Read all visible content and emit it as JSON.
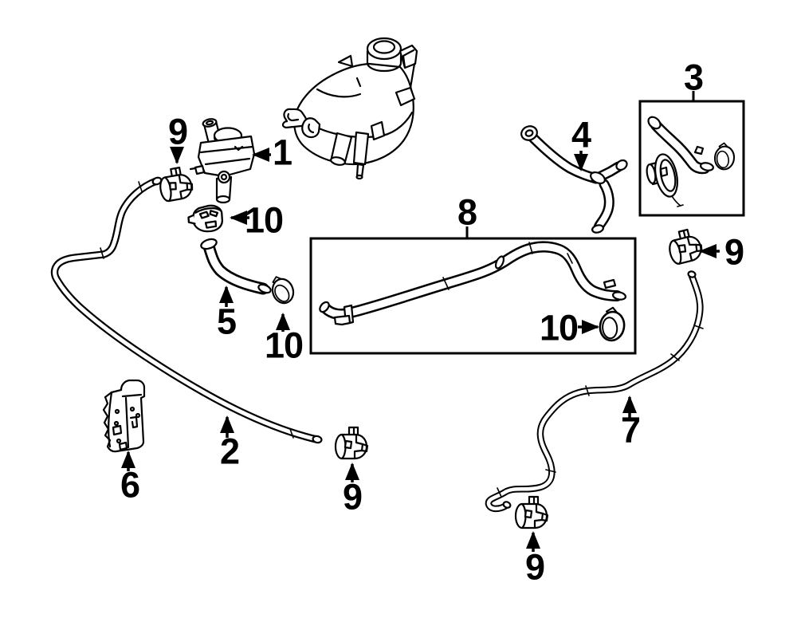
{
  "colors": {
    "ink": "#000000",
    "paper": "#ffffff"
  },
  "callouts": [
    {
      "id": "9-top-left",
      "label": "9"
    },
    {
      "id": "1",
      "label": "1"
    },
    {
      "id": "10-top",
      "label": "10"
    },
    {
      "id": "5",
      "label": "5"
    },
    {
      "id": "10-mid",
      "label": "10"
    },
    {
      "id": "8",
      "label": "8"
    },
    {
      "id": "3",
      "label": "3"
    },
    {
      "id": "4",
      "label": "4"
    },
    {
      "id": "9-right",
      "label": "9"
    },
    {
      "id": "10-box8",
      "label": "10"
    },
    {
      "id": "2",
      "label": "2"
    },
    {
      "id": "6",
      "label": "6"
    },
    {
      "id": "9-middle",
      "label": "9"
    },
    {
      "id": "7",
      "label": "7"
    },
    {
      "id": "9-bottom",
      "label": "9"
    }
  ]
}
